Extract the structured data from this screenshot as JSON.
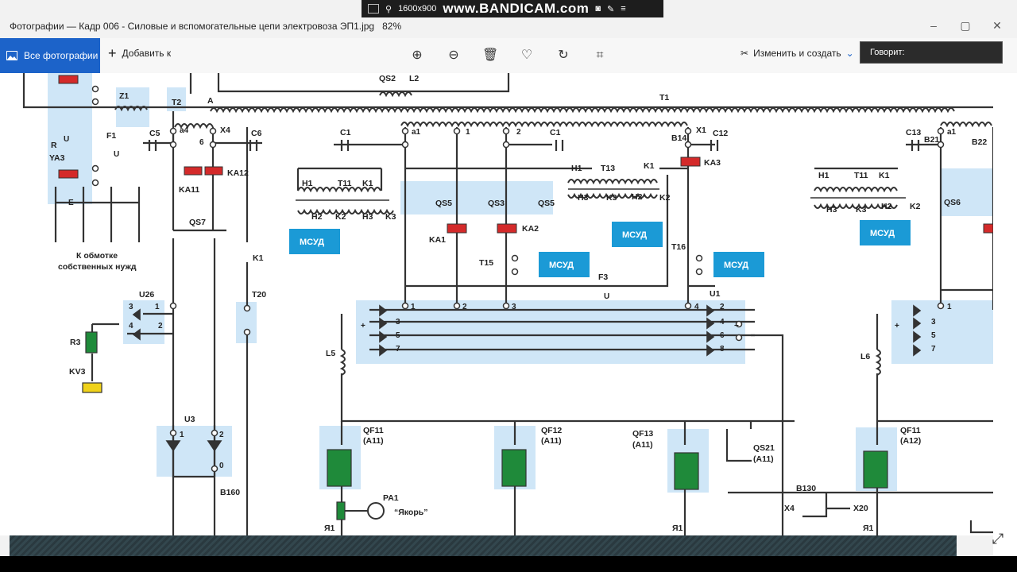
{
  "recorder": {
    "resolution": "1600x900",
    "watermark": "www.BANDICAM.com"
  },
  "window": {
    "title": "Фотографии — Кадр 006 - Силовые и вспомогательные цепи электровоза ЭП1.jpg",
    "zoom": "82%"
  },
  "toolbar": {
    "all_photos": "Все фотографии",
    "add_to": "Добавить к",
    "edit_create": "Изменить и создать",
    "icons": [
      "zoom-in-icon",
      "zoom-out-icon",
      "delete-icon",
      "favorite-icon",
      "rotate-icon",
      "crop-icon"
    ]
  },
  "popup": {
    "speaks": "Говорит:"
  },
  "schematic": {
    "msud": "МСУД",
    "labels": {
      "qs2": "QS2",
      "l2": "L2",
      "t1": "T1",
      "z1": "Z1",
      "a": "A",
      "t2": "T2",
      "c5": "C5",
      "c6": "C6",
      "x4": "X4",
      "a4": "a4",
      "six": "6",
      "f1": "F1",
      "u": "U",
      "r": "R",
      "ya3": "YA3",
      "e": "E",
      "ka11": "KA11",
      "ka12": "KA12",
      "qs7": "QS7",
      "k1": "K1",
      "t20": "T20",
      "own_needs_1": "К обмотке",
      "own_needs_2": "собственных нужд",
      "u26": "U26",
      "r3": "R3",
      "kv3": "KV3",
      "u3": "U3",
      "b160": "B160",
      "c1": "C1",
      "a1": "a1",
      "one": "1",
      "two": "2",
      "c1b": "C1",
      "x1": "X1",
      "c12": "C12",
      "b14": "B14",
      "ka3": "KA3",
      "h1": "H1",
      "t11": "T11",
      "k1b": "K1",
      "h2": "H2",
      "k2": "K2",
      "h3": "H3",
      "k3": "K3",
      "t13": "T13",
      "qs5": "QS5",
      "qs3": "QS3",
      "ka1": "KA1",
      "ka2": "KA2",
      "t15": "T15",
      "t16": "T16",
      "f3": "F3",
      "u1": "U1",
      "l5": "L5",
      "l6": "L6",
      "three": "3",
      "four": "4",
      "five": "5",
      "seven": "7",
      "eight": "8",
      "zero": "0",
      "qf11": "QF11",
      "a11": "(A11)",
      "qf12": "QF12",
      "qf13": "QF13",
      "qs21": "QS21",
      "qf11b": "QF11",
      "a12": "(A12)",
      "pa1": "PA1",
      "anchor": "“Якорь”",
      "ya1": "Я1",
      "b130": "B130",
      "x20": "X20",
      "c13": "C13",
      "b21": "B21",
      "b22": "B22",
      "qs6": "QS6",
      "plus": "+",
      "minus": "−"
    }
  },
  "colors": {
    "accent": "#1c63c9",
    "msud_blue": "#1b9ad6",
    "relay_red": "#d42a2a",
    "breaker_green": "#1f8a3a",
    "highlight": "#cfe6f7",
    "yellow": "#f0d21a"
  }
}
